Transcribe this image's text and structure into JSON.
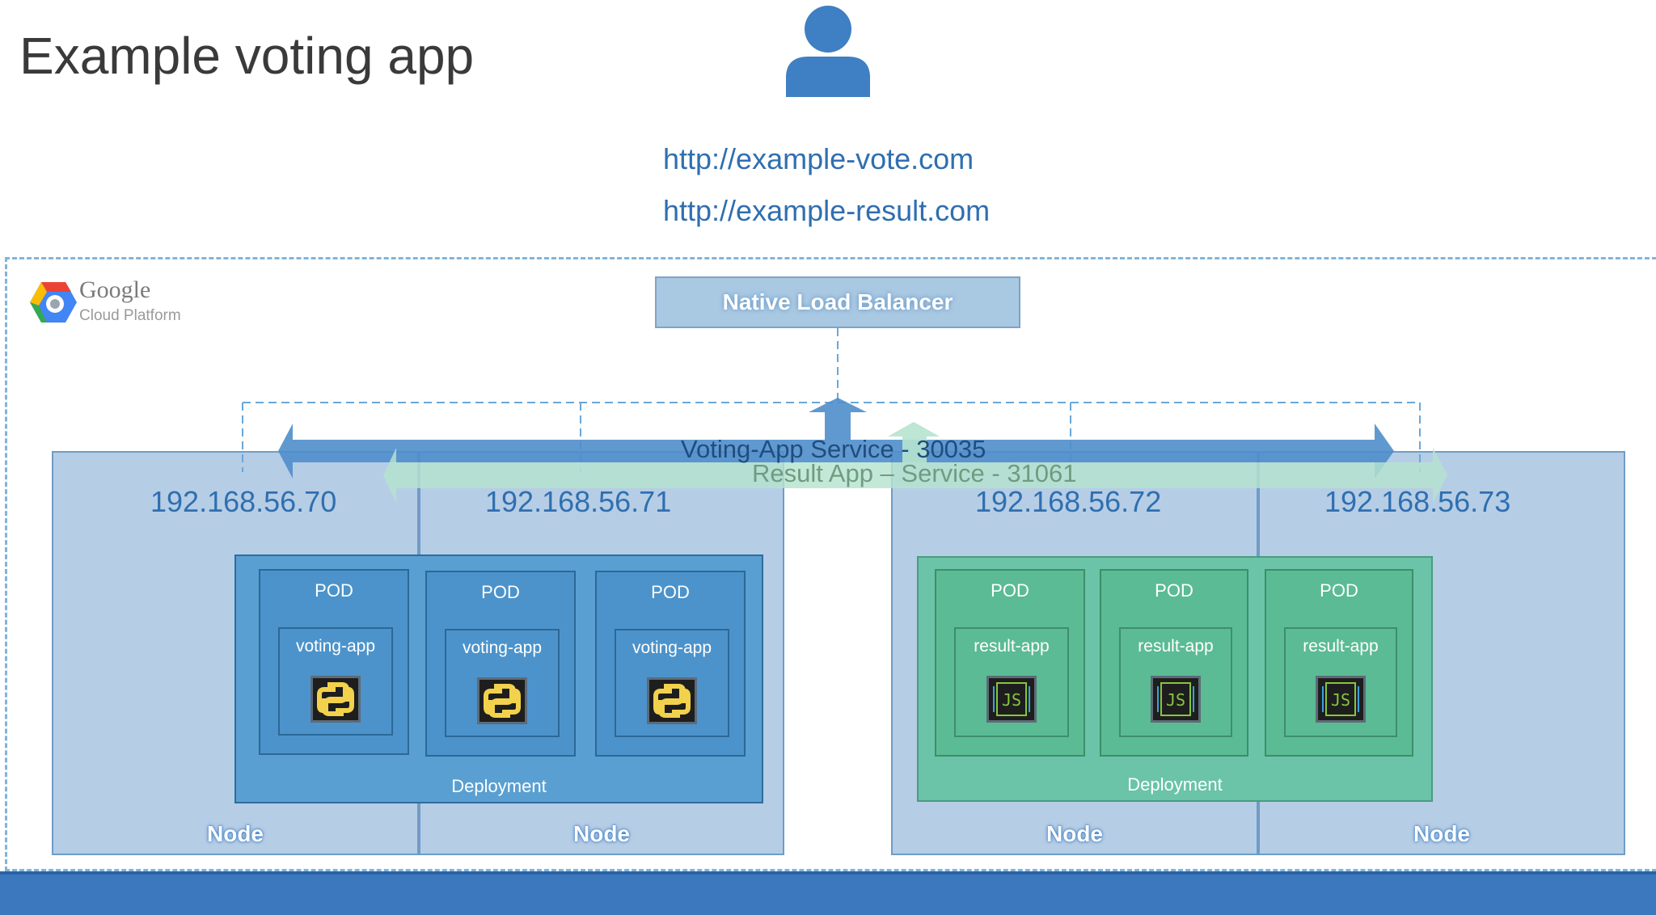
{
  "title": "Example voting app",
  "user_icon": "user-icon",
  "urls": [
    "http://example-vote.com",
    "http://example-result.com"
  ],
  "platform": {
    "logo_icon": "google-cloud-logo-icon",
    "name": "Google",
    "product": "Cloud Platform"
  },
  "load_balancer": "Native Load Balancer",
  "services": {
    "voting": "Voting-App Service - 30035",
    "result": "Result App – Service - 31061"
  },
  "nodes": [
    {
      "ip": "192.168.56.70",
      "label": "Node"
    },
    {
      "ip": "192.168.56.71",
      "label": "Node"
    },
    {
      "ip": "192.168.56.72",
      "label": "Node"
    },
    {
      "ip": "192.168.56.73",
      "label": "Node"
    }
  ],
  "deployments": [
    {
      "label": "Deployment",
      "color": "#5a9fd1",
      "pods": [
        {
          "label": "POD",
          "app": "voting-app",
          "icon": "python-icon"
        },
        {
          "label": "POD",
          "app": "voting-app",
          "icon": "python-icon"
        },
        {
          "label": "POD",
          "app": "voting-app",
          "icon": "python-icon"
        }
      ]
    },
    {
      "label": "Deployment",
      "color": "#6bc3a8",
      "pods": [
        {
          "label": "POD",
          "app": "result-app",
          "icon": "nodejs-icon"
        },
        {
          "label": "POD",
          "app": "result-app",
          "icon": "nodejs-icon"
        },
        {
          "label": "POD",
          "app": "result-app",
          "icon": "nodejs-icon"
        }
      ]
    }
  ],
  "colors": {
    "voting_arrow": "#4f8ecb",
    "result_arrow": "#b6e3cf",
    "node_fill": "#89afd6",
    "bottom_bar": "#3c78bd"
  }
}
